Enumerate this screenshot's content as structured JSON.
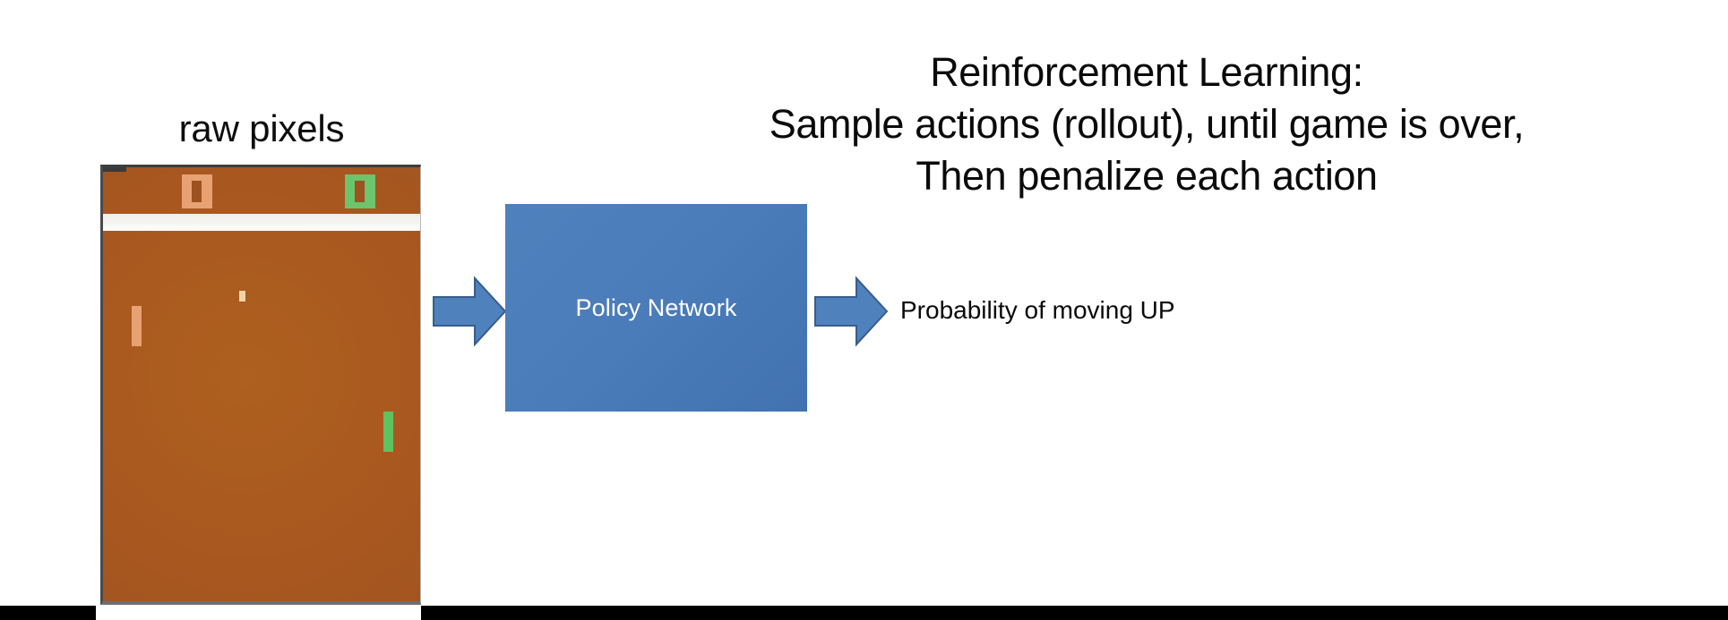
{
  "slide": {
    "background_color": "#ffffff",
    "heading": {
      "lines": [
        "Reinforcement Learning:",
        "Sample actions (rollout), until game is over,",
        "Then penalize each action"
      ],
      "line1": "Reinforcement Learning:",
      "line2": "Sample actions (rollout), until game is over,",
      "line3": "Then penalize each action",
      "color": "#0a0a0a"
    }
  },
  "input": {
    "caption": "raw pixels",
    "game": {
      "name": "pong-frame",
      "background_color": "#a9581f",
      "divider_color": "#f5f4f0",
      "score_left_color": "#e8a172",
      "score_right_color": "#6cc46c",
      "paddle_left_color": "#e8a172",
      "paddle_right_color": "#5fc25f",
      "ball_color": "#f2d3a8"
    }
  },
  "arrows": {
    "input_arrow_name": "right-arrow-icon",
    "output_arrow_name": "right-arrow-icon",
    "color": "#4f81bd",
    "border_color": "#385d8a"
  },
  "model": {
    "label": "Policy Network",
    "fill_color": "#4f81bd",
    "text_color": "#ffffff"
  },
  "output": {
    "label": "Probability of moving UP",
    "color": "#0a0a0a"
  },
  "letterbox": {
    "color": "#000000"
  }
}
